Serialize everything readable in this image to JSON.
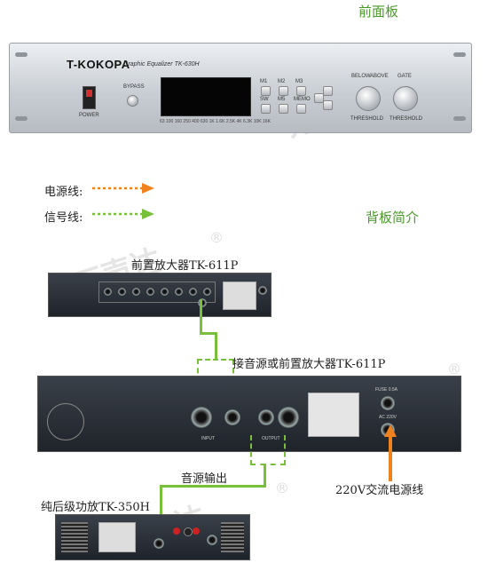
{
  "titles": {
    "front_panel": "前面板",
    "rear_panel": "背板简介"
  },
  "legend": {
    "power_line": "电源线:",
    "signal_line": "信号线:"
  },
  "labels": {
    "preamp": "前置放大器TK-611P",
    "connect_source": "接音源或前置放大器TK-611P",
    "source_output": "音源输出",
    "power_amp": "纯后级功放TK-350H",
    "ac_power": "220V交流电源线"
  },
  "front_device": {
    "brand": "T-KOKOPA",
    "model": "Graphic Equalizer TK-630H",
    "power": "POWER",
    "bypass": "BYPASS",
    "memory_buttons": [
      "M1",
      "M2",
      "M3",
      "SW",
      "M5",
      "MEMO"
    ],
    "below": "BELOW",
    "above": "ABOVE",
    "gate": "GATE",
    "threshold_left": "THRESHOLD",
    "threshold_right": "THRESHOLD",
    "freq_labels": [
      "63",
      "100",
      "160",
      "250",
      "400",
      "630",
      "1K",
      "1.6K",
      "2.5K",
      "4K",
      "6.3K",
      "10K",
      "16K"
    ]
  },
  "rear_main": {
    "input": "INPUT",
    "output": "OUTPUT",
    "fuse": "FUSE 0.5A",
    "ac": "AC 220V"
  },
  "colors": {
    "power_arrow": "#f0821e",
    "signal_arrow": "#78c03a",
    "title_green": "#4a9a28"
  }
}
